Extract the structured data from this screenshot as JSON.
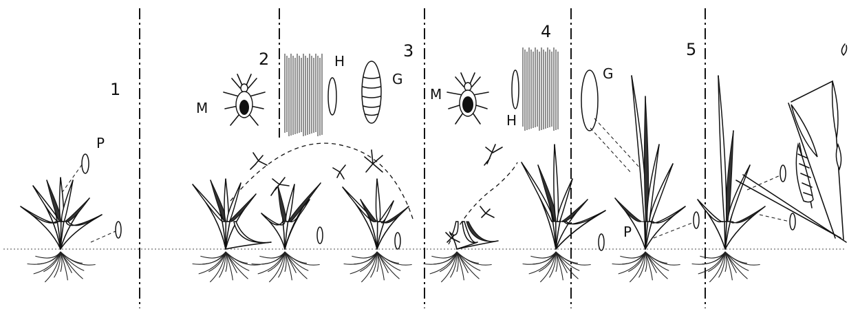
{
  "stage_numbers": [
    "1",
    "2",
    "3",
    "4",
    "5"
  ],
  "letters": {
    "p_stage1": "P",
    "m_stage2": "M",
    "h_stage2": "H",
    "g_stage3": "G",
    "m_stage4": "M",
    "h_stage4": "H",
    "g_stage5": "G",
    "p_stage5": "P"
  }
}
